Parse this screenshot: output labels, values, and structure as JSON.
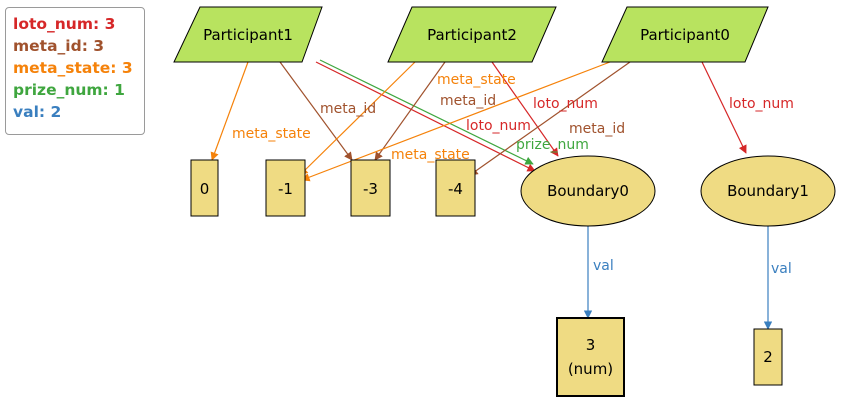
{
  "legend": [
    {
      "label": "loto_num: 3",
      "color": "#d62728"
    },
    {
      "label": "meta_id: 3",
      "color": "#a0522d"
    },
    {
      "label": "meta_state: 3",
      "color": "#f5820a"
    },
    {
      "label": "prize_num: 1",
      "color": "#3fa63f"
    },
    {
      "label": "val: 2",
      "color": "#3a7fbf"
    }
  ],
  "colors": {
    "participant_fill": "#b8e35f",
    "value_fill": "#efdb83",
    "loto_num": "#d62728",
    "meta_id": "#a0522d",
    "meta_state": "#f5820a",
    "prize_num": "#3fa63f",
    "val": "#3a7fbf"
  },
  "nodes": {
    "participant1": "Participant1",
    "participant2": "Participant2",
    "participant0": "Participant0",
    "value_0": "0",
    "value_neg1": "-1",
    "value_neg3": "-3",
    "value_neg4": "-4",
    "boundary0": "Boundary0",
    "boundary1": "Boundary1",
    "value_3_line1": "3",
    "value_3_line2": "(num)",
    "value_2": "2"
  },
  "edge_labels": {
    "p1_meta_state": "meta_state",
    "p1_meta_id": "meta_id",
    "p2_meta_state": "meta_state",
    "p2_meta_id": "meta_id",
    "p2_loto_num": "loto_num",
    "p1_loto_num": "loto_num",
    "p1_prize_num": "prize_num",
    "p0_meta_id": "meta_id",
    "p0_meta_state": "meta_state",
    "p0_loto_num": "loto_num",
    "b0_val": "val",
    "b1_val": "val"
  }
}
